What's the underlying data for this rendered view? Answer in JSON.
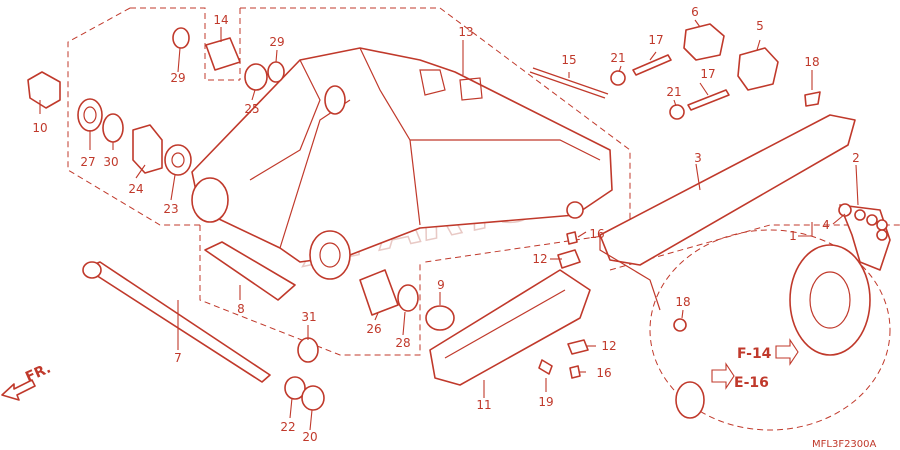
{
  "diagram": {
    "watermark": "XPARTS",
    "code": "MFL3F2300A",
    "front_label": "FR.",
    "refs": [
      "F-14",
      "E-16"
    ],
    "callouts": [
      "1",
      "2",
      "3",
      "4",
      "5",
      "6",
      "7",
      "8",
      "9",
      "10",
      "11",
      "12",
      "12",
      "13",
      "14",
      "15",
      "16",
      "16",
      "17",
      "17",
      "18",
      "18",
      "19",
      "20",
      "21",
      "21",
      "22",
      "23",
      "24",
      "25",
      "26",
      "27",
      "28",
      "29",
      "29",
      "30",
      "31"
    ]
  },
  "colors": {
    "line": "#c0392b",
    "watermark": "#e8c9c5",
    "background": "#ffffff"
  }
}
